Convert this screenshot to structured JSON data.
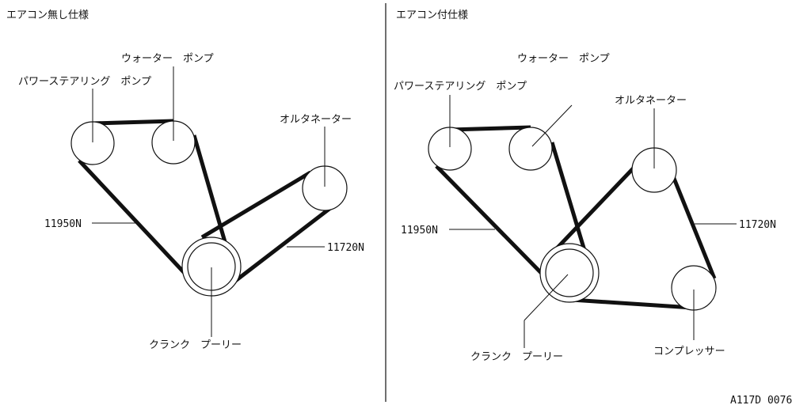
{
  "left_panel": {
    "title": "エアコン無し仕様",
    "labels": {
      "water_pump": "ウォーター　ポンプ",
      "power_steering_pump": "パワーステアリング　ポンプ",
      "alternator": "オルタネーター",
      "belt_a": "11950N",
      "belt_b": "11720N",
      "crank_pulley": "クランク　プーリー"
    }
  },
  "right_panel": {
    "title": "エアコン付仕様",
    "labels": {
      "water_pump": "ウォーター　ポンプ",
      "power_steering_pump": "パワーステアリング　ポンプ",
      "alternator": "オルタネーター",
      "belt_a": "11950N",
      "belt_b": "11720N",
      "crank_pulley": "クランク　プーリー",
      "compressor": "コンプレッサー"
    }
  },
  "figure_code": "A117D 0076",
  "colors": {
    "line": "#111111",
    "background": "#ffffff"
  }
}
